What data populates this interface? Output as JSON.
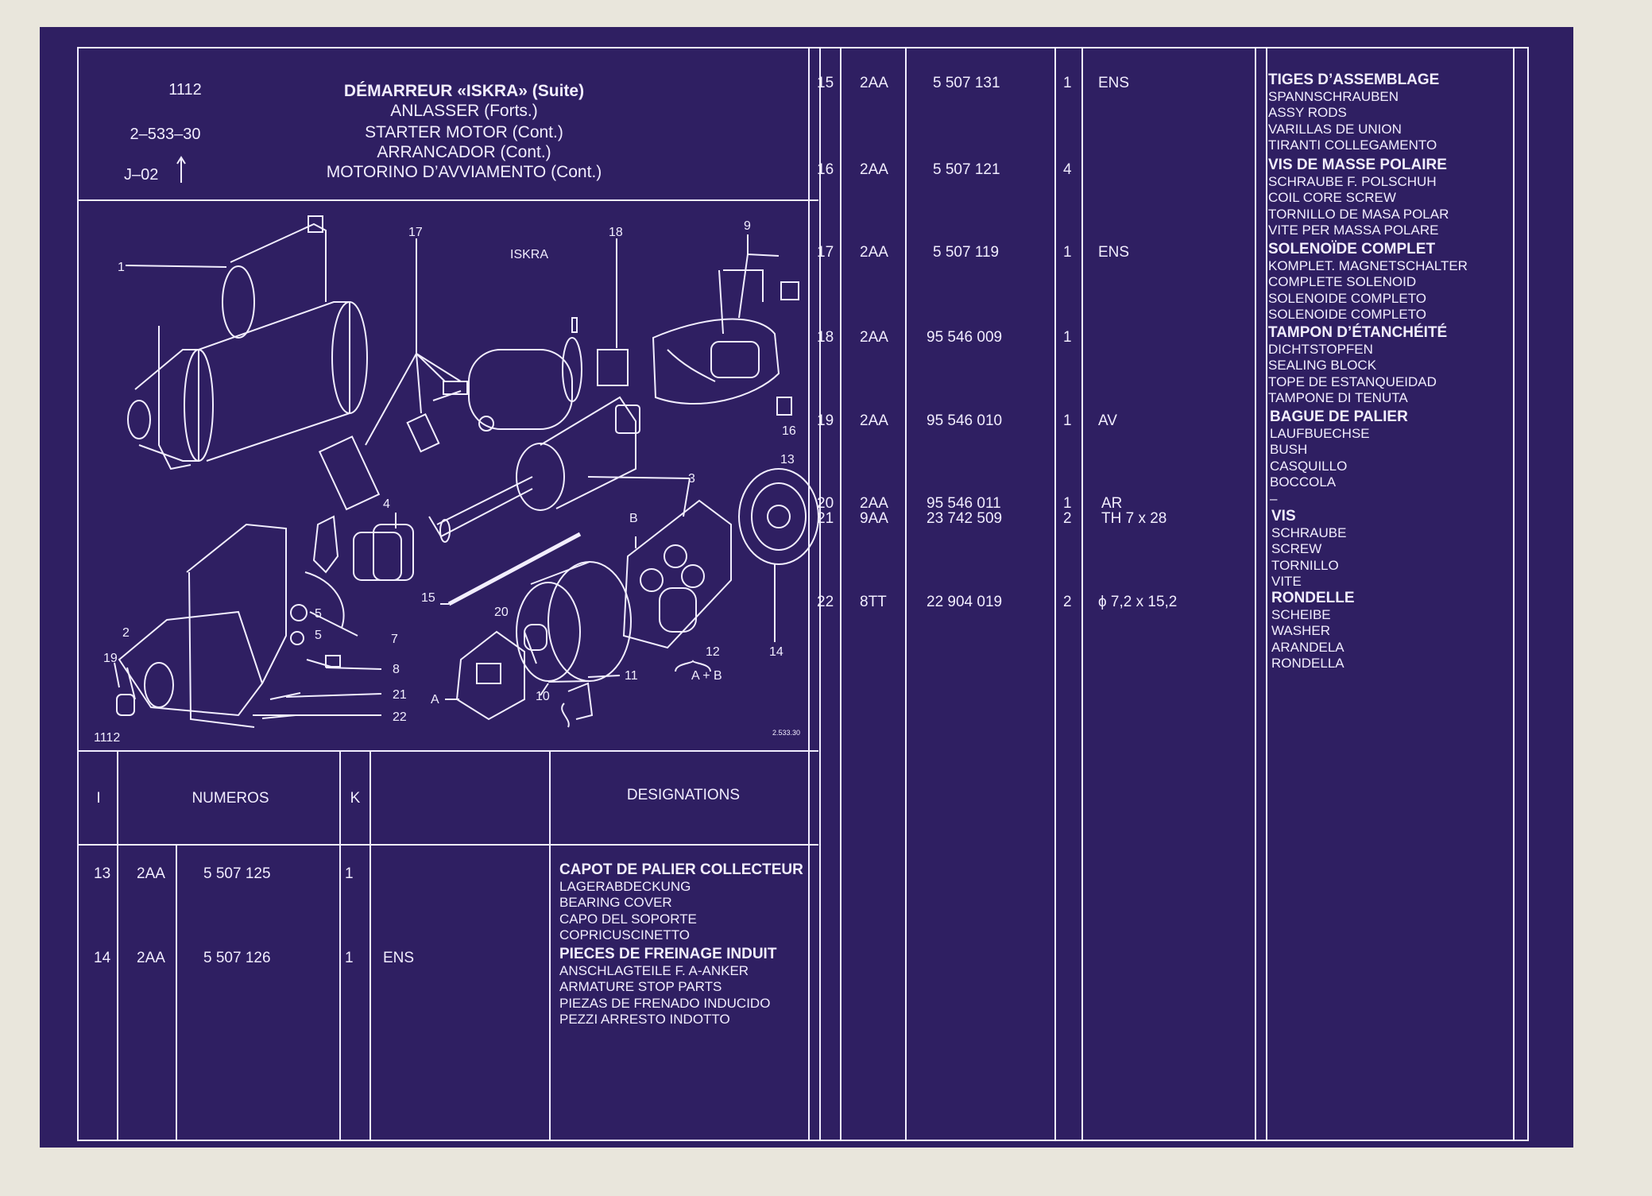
{
  "header": {
    "code": "1112",
    "ref": "2–533–30",
    "sheet": "J–02",
    "title_fr": "DÉMARREUR «ISKRA» (Suite)",
    "title_de": "ANLASSER (Forts.)",
    "title_en": "STARTER MOTOR (Cont.)",
    "title_es": "ARRANCADOR (Cont.)",
    "title_it": "MOTORINO D’AVVIAMENTO (Cont.)"
  },
  "diagram": {
    "brand": "ISKRA",
    "figure_no": "1112",
    "drawing_ref": "2.533.30",
    "callouts": [
      "1",
      "2",
      "3",
      "4",
      "5",
      "5",
      "7",
      "8",
      "9",
      "10",
      "11",
      "12",
      "13",
      "14",
      "15",
      "16",
      "17",
      "18",
      "19",
      "20",
      "21",
      "22",
      "A",
      "B",
      "A + B"
    ]
  },
  "columns": {
    "index": "I",
    "numeros": "NUMEROS",
    "k": "K",
    "designations": "DESIGNATIONS"
  },
  "rows_left": [
    {
      "i": "13",
      "prefix": "2AA",
      "number": "5 507 125",
      "k": "1",
      "note": "",
      "desc": [
        "CAPOT DE PALIER COLLECTEUR",
        "LAGERABDECKUNG",
        "BEARING COVER",
        "CAPO DEL SOPORTE",
        "COPRICUSCINETTO"
      ]
    },
    {
      "i": "14",
      "prefix": "2AA",
      "number": "5 507 126",
      "k": "1",
      "note": "ENS",
      "desc": [
        "PIECES DE FREINAGE INDUIT",
        "ANSCHLAGTEILE F. A-ANKER",
        "ARMATURE STOP PARTS",
        "PIEZAS DE FRENADO INDUCIDO",
        "PEZZI ARRESTO INDOTTO"
      ]
    }
  ],
  "rows_right": [
    {
      "i": "15",
      "prefix": "2AA",
      "number": "5 507 131",
      "k": "1",
      "note": "ENS",
      "desc": [
        "TIGES D’ASSEMBLAGE",
        "SPANNSCHRAUBEN",
        "ASSY RODS",
        "VARILLAS DE UNION",
        "TIRANTI COLLEGAMENTO"
      ]
    },
    {
      "i": "16",
      "prefix": "2AA",
      "number": "5 507 121",
      "k": "4",
      "note": "",
      "desc": [
        "VIS DE MASSE POLAIRE",
        "SCHRAUBE F. POLSCHUH",
        "COIL CORE SCREW",
        "TORNILLO DE MASA POLAR",
        "VITE PER MASSA POLARE"
      ]
    },
    {
      "i": "17",
      "prefix": "2AA",
      "number": "5 507 119",
      "k": "1",
      "note": "ENS",
      "desc": [
        "SOLENOÏDE COMPLET",
        "KOMPLET. MAGNETSCHALTER",
        "COMPLETE SOLENOID",
        "SOLENOIDE COMPLETO",
        "SOLENOIDE COMPLETO"
      ]
    },
    {
      "i": "18",
      "prefix": "2AA",
      "number": "95 546 009",
      "k": "1",
      "note": "",
      "desc": [
        "TAMPON D’ÉTANCHÉITÉ",
        "DICHTSTOPFEN",
        "SEALING BLOCK",
        "TOPE DE ESTANQUEIDAD",
        "TAMPONE DI TENUTA"
      ]
    },
    {
      "i": "19",
      "prefix": "2AA",
      "number": "95 546 010",
      "k": "1",
      "note": "AV",
      "desc": [
        "BAGUE DE PALIER",
        "LAUFBUECHSE",
        "BUSH",
        "CASQUILLO",
        "BOCCOLA"
      ]
    },
    {
      "i": "20",
      "prefix": "2AA",
      "number": "95 546 011",
      "k": "1",
      "note": "AR",
      "desc": []
    },
    {
      "i": "21",
      "prefix": "9AA",
      "number": "23 742 509",
      "k": "2",
      "note": "TH 7 x 28",
      "desc": [
        "VIS",
        "SCHRAUBE",
        "SCREW",
        "TORNILLO",
        "VITE"
      ]
    },
    {
      "i": "22",
      "prefix": "8TT",
      "number": "22 904 019",
      "k": "2",
      "note": "ϕ 7,2 x 15,2",
      "desc": [
        "RONDELLE",
        "SCHEIBE",
        "WASHER",
        "ARANDELA",
        "RONDELLA"
      ]
    }
  ],
  "dash": "–"
}
